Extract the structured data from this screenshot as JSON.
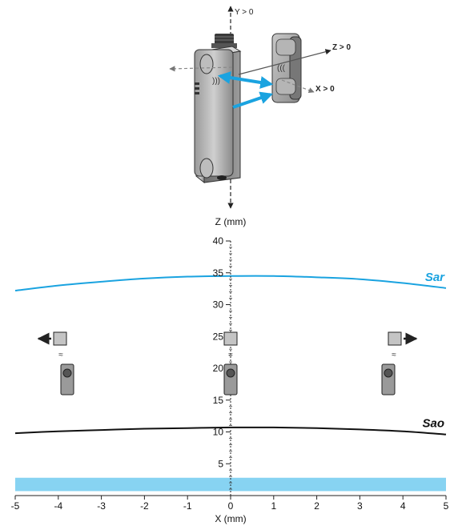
{
  "isometric": {
    "y_axis_label": "Y > 0",
    "z_axis_label": "Z > 0",
    "x_axis_label": "X > 0"
  },
  "chart_data": {
    "type": "line",
    "xlabel": "X (mm)",
    "ylabel": "Z (mm)",
    "xlim": [
      -5,
      5
    ],
    "ylim": [
      0,
      40
    ],
    "x_ticks": [
      -5,
      -4,
      -3,
      -2,
      -1,
      0,
      1,
      2,
      3,
      4,
      5
    ],
    "y_ticks": [
      5,
      10,
      15,
      20,
      25,
      30,
      35,
      40
    ],
    "x_tick_labels": [
      "-5",
      "-4",
      "-3",
      "-2",
      "-1",
      "0",
      "1",
      "2",
      "3",
      "4",
      "5"
    ],
    "y_tick_labels": [
      "5",
      "10",
      "15",
      "20",
      "25",
      "30",
      "35",
      "40"
    ],
    "series": [
      {
        "name": "Sar",
        "color": "#1aa3e0",
        "x": [
          -5,
          -4,
          -3,
          -2,
          -1,
          0,
          1,
          2,
          3,
          4,
          5
        ],
        "y": [
          32.2,
          33.0,
          33.6,
          34.1,
          34.4,
          34.5,
          34.5,
          34.3,
          34.0,
          33.4,
          32.6
        ]
      },
      {
        "name": "Sao",
        "color": "#111111",
        "x": [
          -5,
          -4,
          -3,
          -2,
          -1,
          0,
          1,
          2,
          3,
          4,
          5
        ],
        "y": [
          9.8,
          10.1,
          10.3,
          10.5,
          10.6,
          10.7,
          10.7,
          10.6,
          10.4,
          10.1,
          9.6
        ]
      }
    ],
    "shaded_band": {
      "color": "#87d3f2",
      "z_range": [
        0.7,
        2.8
      ]
    }
  }
}
